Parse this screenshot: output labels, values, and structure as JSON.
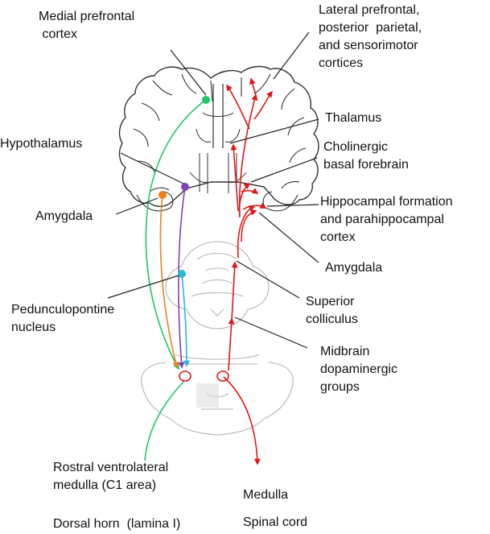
{
  "labels": {
    "medial_prefrontal": "Medial prefrontal\n cortex",
    "lateral_prefrontal": "Lateral prefrontal,\nposterior  parietal,\nand sensorimotor\ncortices",
    "thalamus": "Thalamus",
    "hypothalamus": "Hypothalamus",
    "cholinergic": "Cholinergic\nbasal forebrain",
    "amygdala_left": "Amygdala",
    "hippocampal": "Hippocampal formation\nand parahippocampal\ncortex",
    "amygdala_right": "Amygdala",
    "pedunculopontine": "Pedunculopontine\nnucleus",
    "superior_colliculus": "Superior\ncolliculus",
    "midbrain_dopaminergic": "Midbrain\ndopaminergic\ngroups",
    "rvlm": "Rostral ventrolateral\nmedulla (C1 area)",
    "medulla": "Medulla",
    "dorsal_horn": "Dorsal horn  (lamina I)",
    "spinal_cord": "Spinal cord"
  },
  "colors": {
    "outline": "#333333",
    "faint": "#b5b5b5",
    "ascending": "#e01818",
    "mpfc_pathway": "#22c46c",
    "amygdala_pathway": "#f08018",
    "hypothalamus_pathway": "#8040b8",
    "ppn_pathway": "#28b8d0",
    "label_text": "#111111"
  }
}
